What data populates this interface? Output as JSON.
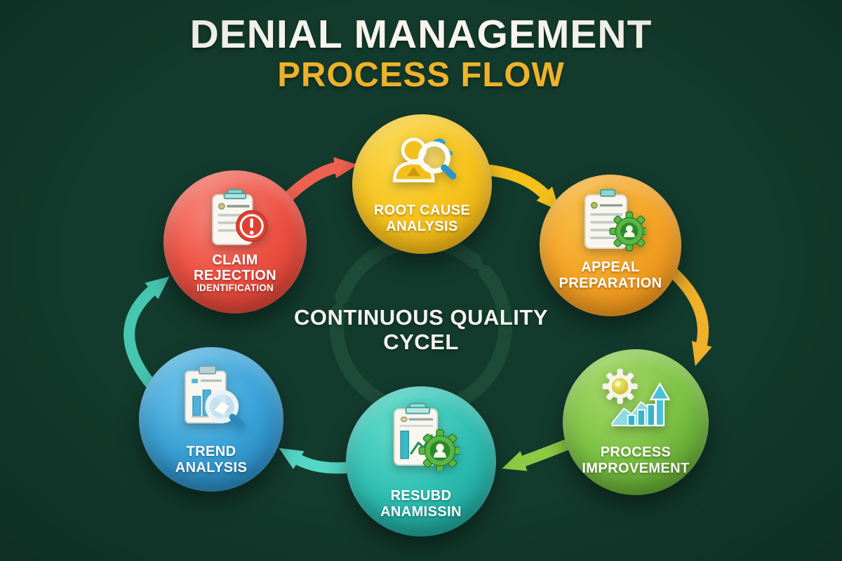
{
  "title": {
    "line1": "DENIAL MANAGEMENT",
    "line2": "PROCESS FLOW",
    "line1_color": "#f7f5ee",
    "line2_color": "#eeb22a"
  },
  "center_label": {
    "line1": "CONTINUOUS QUALITY",
    "line2": "CYCEL",
    "color": "#f5f4ef"
  },
  "background_color": "#133b2d",
  "cycle_watermark_color": "#1d4a39",
  "nodes": [
    {
      "id": "claim-rejection-identification",
      "lines": [
        "CLAIM",
        "REJECTION",
        "IDENTIFICATION"
      ],
      "icon": "clipboard-alert-icon",
      "gloss": "#f8897c",
      "color": "#ec5143",
      "shade": "#bf3325"
    },
    {
      "id": "root-cause-analysis",
      "lines": [
        "ROOT CAUSE",
        "ANALYSIS"
      ],
      "icon": "person-magnifier-icon",
      "gloss": "#fbd94f",
      "color": "#f6c31d",
      "shade": "#dc9f10"
    },
    {
      "id": "appeal-preparation",
      "lines": [
        "APPEAL",
        "PREPARATION"
      ],
      "icon": "clipboard-gear-icon",
      "gloss": "#f9c14b",
      "color": "#f3a224",
      "shade": "#d97f12"
    },
    {
      "id": "process-improvement",
      "lines": [
        "PROCESS",
        "IMPROVEMENT"
      ],
      "icon": "gear-growth-chart-icon",
      "gloss": "#a6da69",
      "color": "#7cc143",
      "shade": "#4f9728"
    },
    {
      "id": "resubmission",
      "lines": [
        "RESUBD",
        "ANAMISSIN"
      ],
      "icon": "clipboard-chart-gear-icon",
      "gloss": "#63dcca",
      "color": "#2fbfb2",
      "shade": "#108c85"
    },
    {
      "id": "trend-analysis",
      "lines": [
        "TREND",
        "ANALYSIS"
      ],
      "icon": "chart-magnifier-icon",
      "gloss": "#6fc2e8",
      "color": "#3aa3d8",
      "shade": "#1c6fa6"
    }
  ],
  "arrows": [
    {
      "from": "claim-rejection-identification",
      "to": "root-cause-analysis",
      "color": "#ee6151"
    },
    {
      "from": "root-cause-analysis",
      "to": "appeal-preparation",
      "color": "#f4c11b"
    },
    {
      "from": "appeal-preparation",
      "to": "process-improvement",
      "color": "#efb02a"
    },
    {
      "from": "process-improvement",
      "to": "resubmission",
      "color": "#8dcb44"
    },
    {
      "from": "resubmission",
      "to": "trend-analysis",
      "color": "#54d6c4"
    },
    {
      "from": "trend-analysis",
      "to": "claim-rejection-identification",
      "color": "#47c5b1"
    }
  ]
}
